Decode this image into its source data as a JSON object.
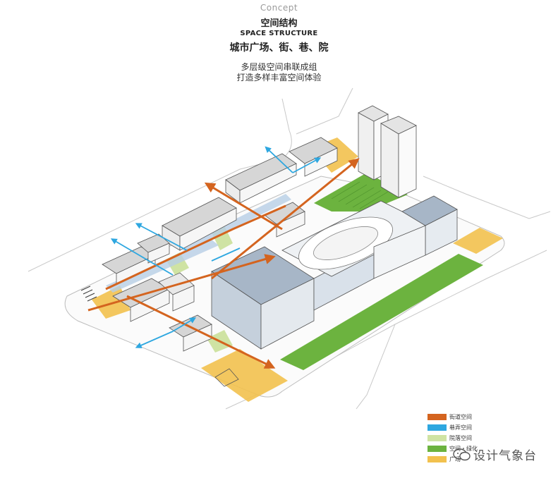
{
  "header": {
    "concept": "Concept",
    "title_cn": "空间结构",
    "title_en": "SPACE STRUCTURE",
    "subtitle_cn": "城市广场、街、巷、院",
    "desc_line1": "多层级空间串联成组",
    "desc_line2": "打造多样丰富空间体验"
  },
  "legend": [
    {
      "label": "街道空间",
      "color": "#d4641f"
    },
    {
      "label": "巷弄空间",
      "color": "#2ea7e0"
    },
    {
      "label": "院落空间",
      "color": "#cfe3a3"
    },
    {
      "label": "空间・绿化",
      "color": "#6cb33f"
    },
    {
      "label": "广场",
      "color": "#f2c14e"
    }
  ],
  "watermark": {
    "text": "设计气象台",
    "icon": "wechat-icon"
  },
  "colors": {
    "street": "#d4641f",
    "alley": "#2ea7e0",
    "courtyard": "#cfe3a3",
    "green": "#6cb33f",
    "plaza": "#f2c14e",
    "building": "#a7b6c7"
  }
}
